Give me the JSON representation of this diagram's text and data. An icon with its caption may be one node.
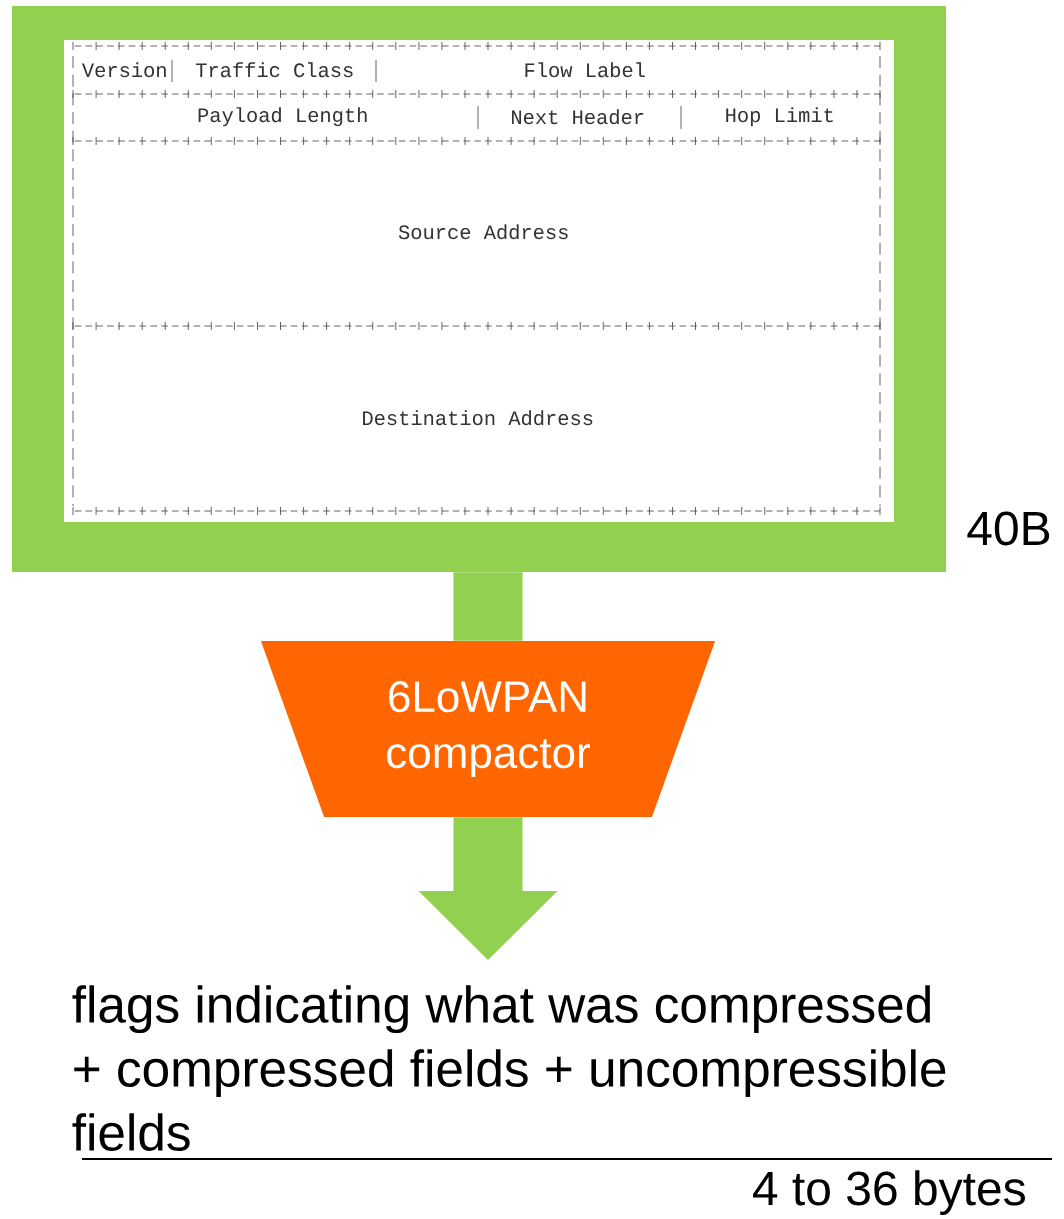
{
  "diagram": {
    "nodes": [
      {
        "text": [],
        "shape": "box",
        "beside": [
          "40B"
        ]
      },
      {
        "text": [
          "Version"
        ],
        "in": 0
      },
      {
        "text": [
          "Traffic Class"
        ],
        "in": 0
      },
      {
        "text": [
          "Flow Label"
        ],
        "in": 0
      },
      {
        "text": [
          "Payload Length"
        ],
        "in": 0
      },
      {
        "text": [
          "Next Header"
        ],
        "in": 0
      },
      {
        "text": [
          "Hop Limit"
        ],
        "in": 0
      },
      {
        "text": [
          "Source Address"
        ],
        "in": 0
      },
      {
        "text": [
          "Destination Address"
        ],
        "in": 0
      },
      {
        "text": [
          "6LoWPAN compactor"
        ]
      },
      {
        "text": [
          "flags indicating what was compressed + compressed fields + uncompressible fields"
        ],
        "beside": [
          "4 to 36 bytes"
        ]
      }
    ],
    "edges": [
      {
        "from": 0,
        "to": 9,
        "arrow": "none"
      },
      {
        "from": 9,
        "to": 10,
        "arrow": "to"
      }
    ]
  }
}
